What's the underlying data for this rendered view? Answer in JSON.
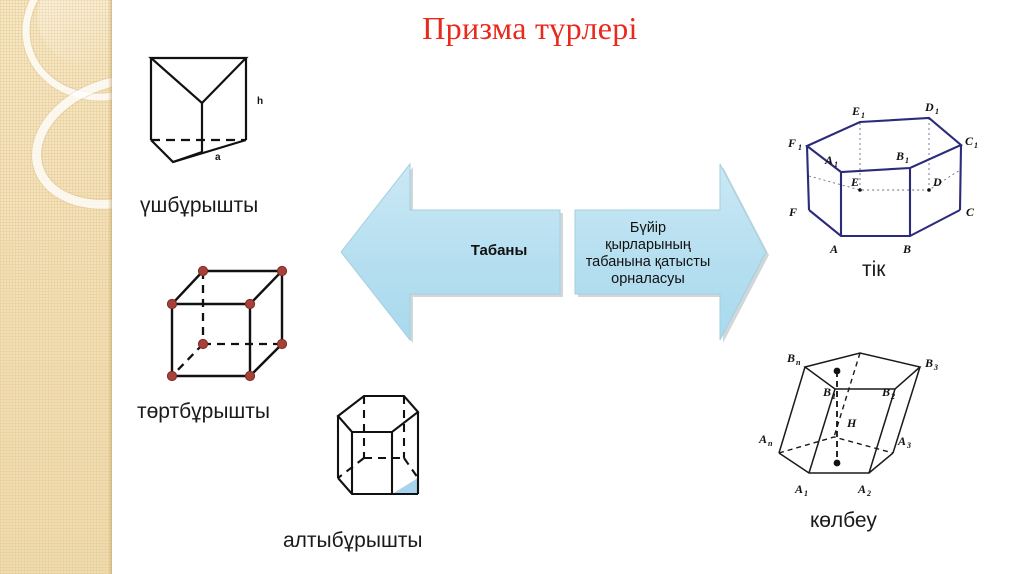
{
  "slide": {
    "title": "Призма түрлері",
    "title_color": "#e8291c",
    "background": "#ffffff",
    "side_band_color": "#f2e0b8"
  },
  "arrows": {
    "accent_color": "#b6dff0",
    "left": {
      "label": "Табаны",
      "direction": "left"
    },
    "right": {
      "direction": "right",
      "lines": [
        "Бүйір",
        "қырларының",
        "табанына қатысты",
        "орналасуы"
      ],
      "line1": "Бүйір",
      "line2": "қырларының",
      "line3": "табанына қатысты",
      "line4": "орналасуы"
    }
  },
  "figures": {
    "triangular": {
      "caption": "үшбұрышты",
      "labels": {
        "height": "h",
        "base": "a"
      }
    },
    "quadrilateral": {
      "caption": "төртбұрышты",
      "vertex_color": "#a83b35"
    },
    "hexagonal": {
      "caption": "алтыбұрышты",
      "shade_color": "#a8d3ec"
    },
    "right_prism": {
      "caption": "тік",
      "line_color": "#2b2b7a",
      "vertices_bottom": [
        "A",
        "B",
        "C",
        "D",
        "E",
        "F"
      ],
      "vertices_top": [
        "A",
        "B",
        "C",
        "D",
        "E",
        "F"
      ],
      "top_subscript": "1",
      "v_A": "A",
      "v_B": "B",
      "v_C": "C",
      "v_D": "D",
      "v_E": "E",
      "v_F": "F",
      "v_A1": "A",
      "v_B1": "B",
      "v_C1": "C",
      "v_D1": "D",
      "v_E1": "E",
      "v_F1": "F"
    },
    "oblique_prism": {
      "caption": "көлбеу",
      "line_color": "#1a1a1a",
      "height_label": "H",
      "v_A1": "A",
      "s_A1": "1",
      "v_A2": "A",
      "s_A2": "2",
      "v_A3": "A",
      "s_A3": "3",
      "v_An": "A",
      "s_An": "n",
      "v_B1": "B",
      "s_B1": "1",
      "v_B2": "B",
      "s_B2": "2",
      "v_B3": "B",
      "s_B3": "3",
      "v_Bn": "B",
      "s_Bn": "n"
    }
  }
}
